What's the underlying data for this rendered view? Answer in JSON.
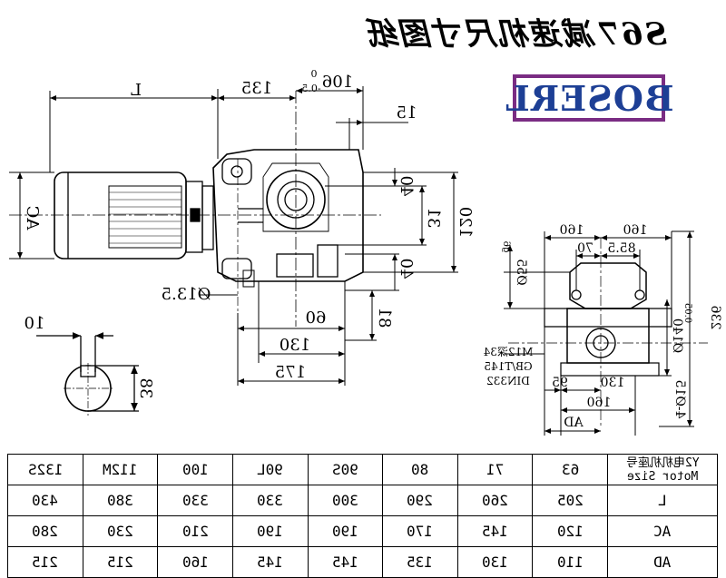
{
  "title": "S67减速机尺寸图纸",
  "brand": "BOSERL",
  "dimensions": {
    "L": "L",
    "d135": "135",
    "d106": "106",
    "tol_upper": "0",
    "tol_lower": "-0.5",
    "d15": "15",
    "AC": "AC",
    "d120": "120",
    "d40_top": "40",
    "d40_mid": "40",
    "d31": "31",
    "d13_5": "Ø13.5",
    "d60": "60",
    "d81": "81",
    "d130": "130",
    "d175": "175",
    "d10": "10",
    "d38": "38",
    "r160a": "160",
    "r160b": "160",
    "r70": "70",
    "r85_5": "85.5",
    "r55": "Ø55",
    "r55_tol": "g6",
    "r236": "236",
    "r140": "Ø140",
    "r140_tol": "0.05",
    "r4_15": "4-Ø15",
    "r130": "130",
    "r95": "95",
    "r160c": "160",
    "r_AD": "AD",
    "note1": "M12深34",
    "note2": "GB/T145",
    "note3": "DIN332"
  },
  "table": {
    "header_label": "Y2电机机座号",
    "header_sub": "Motor Size",
    "sizes": [
      "63",
      "71",
      "80",
      "90S",
      "90L",
      "100",
      "112M",
      "132S"
    ],
    "rows": [
      {
        "label": "L",
        "values": [
          "205",
          "260",
          "290",
          "300",
          "330",
          "330",
          "380",
          "430"
        ]
      },
      {
        "label": "AC",
        "values": [
          "120",
          "145",
          "170",
          "190",
          "190",
          "210",
          "230",
          "280"
        ]
      },
      {
        "label": "AD",
        "values": [
          "110",
          "130",
          "135",
          "145",
          "145",
          "160",
          "215",
          "215"
        ]
      }
    ]
  }
}
